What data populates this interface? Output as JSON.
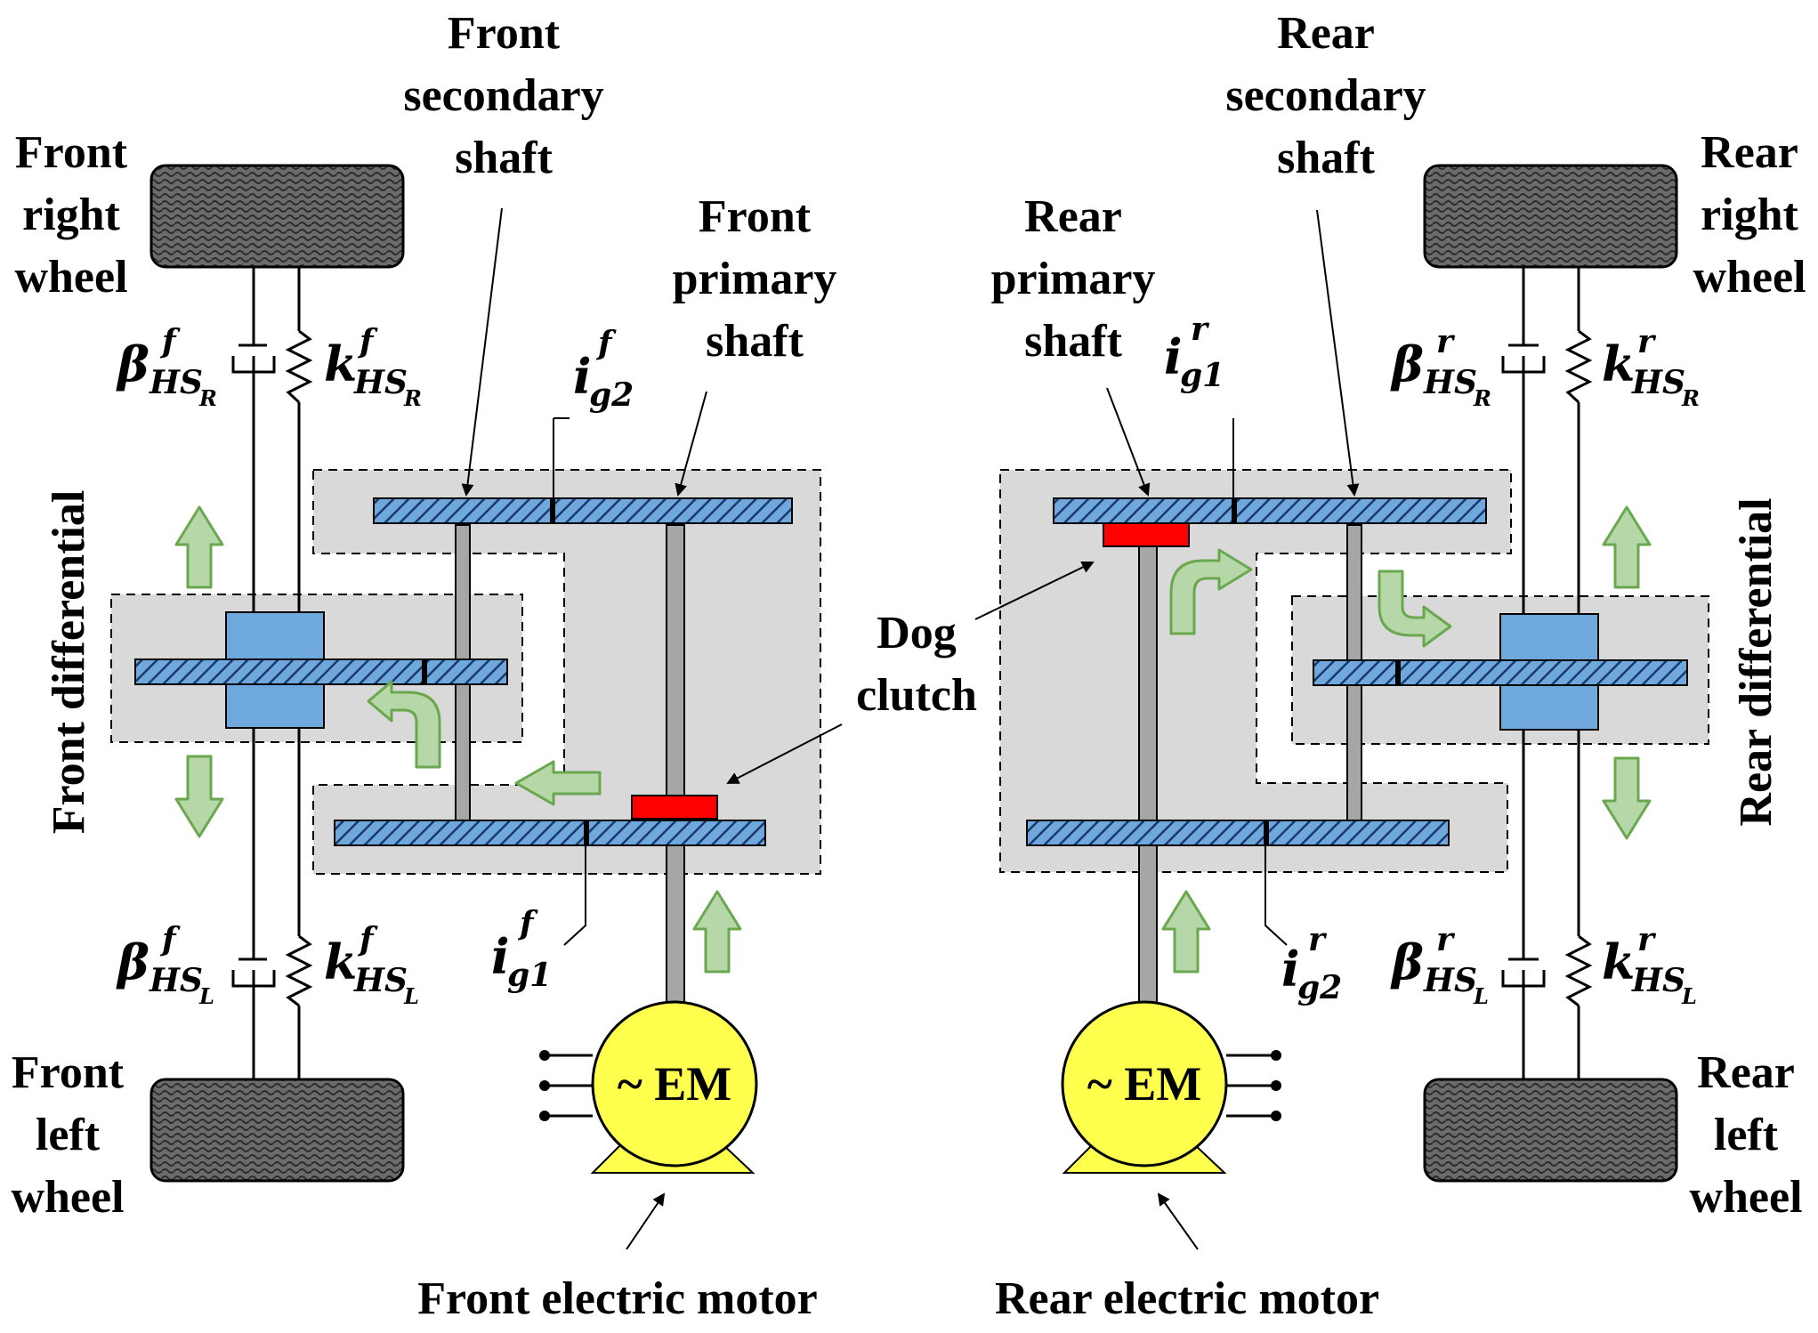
{
  "labels": {
    "front_right_wheel": [
      "Front",
      "right",
      "wheel"
    ],
    "front_left_wheel": [
      "Front",
      "left",
      "wheel"
    ],
    "rear_right_wheel": [
      "Rear",
      "right",
      "wheel"
    ],
    "rear_left_wheel": [
      "Rear",
      "left",
      "wheel"
    ],
    "front_secondary_shaft": [
      "Front",
      "secondary",
      "shaft"
    ],
    "front_primary_shaft": [
      "Front",
      "primary",
      "shaft"
    ],
    "rear_secondary_shaft": [
      "Rear",
      "secondary",
      "shaft"
    ],
    "rear_primary_shaft": [
      "Rear",
      "primary",
      "shaft"
    ],
    "dog_clutch": [
      "Dog",
      "clutch"
    ],
    "front_differential": "Front differential",
    "rear_differential": "Rear differential",
    "front_electric_motor": "Front electric motor",
    "rear_electric_motor": "Rear electric motor",
    "motor_text": "~ EM"
  },
  "symbols": {
    "beta_f_R": {
      "main": "β",
      "sup": "f",
      "sub": "HS",
      "subsub": "R"
    },
    "k_f_R": {
      "main": "k",
      "sup": "f",
      "sub": "HS",
      "subsub": "R"
    },
    "beta_f_L": {
      "main": "β",
      "sup": "f",
      "sub": "HS",
      "subsub": "L"
    },
    "k_f_L": {
      "main": "k",
      "sup": "f",
      "sub": "HS",
      "subsub": "L"
    },
    "beta_r_R": {
      "main": "β",
      "sup": "r",
      "sub": "HS",
      "subsub": "R"
    },
    "k_r_R": {
      "main": "k",
      "sup": "r",
      "sub": "HS",
      "subsub": "R"
    },
    "beta_r_L": {
      "main": "β",
      "sup": "r",
      "sub": "HS",
      "subsub": "L"
    },
    "k_r_L": {
      "main": "k",
      "sup": "r",
      "sub": "HS",
      "subsub": "L"
    },
    "i_g2_f": {
      "main": "i",
      "sup": "f",
      "sub": "g2"
    },
    "i_g1_f": {
      "main": "i",
      "sup": "f",
      "sub": "g1"
    },
    "i_g1_r": {
      "main": "i",
      "sup": "r",
      "sub": "g1"
    },
    "i_g2_r": {
      "main": "i",
      "sup": "r",
      "sub": "g2"
    }
  },
  "colors": {
    "gear_fill": "#6fa8dc",
    "gear_hatch": "#1a3a6b",
    "housing": "#d9d9d9",
    "diff_block": "#6fa8dc",
    "clutch": "#ff0000",
    "motor": "#ffff4d",
    "arrow_fill": "#b6d7a8",
    "arrow_stroke": "#6aa84f",
    "wheel": "#595959"
  }
}
